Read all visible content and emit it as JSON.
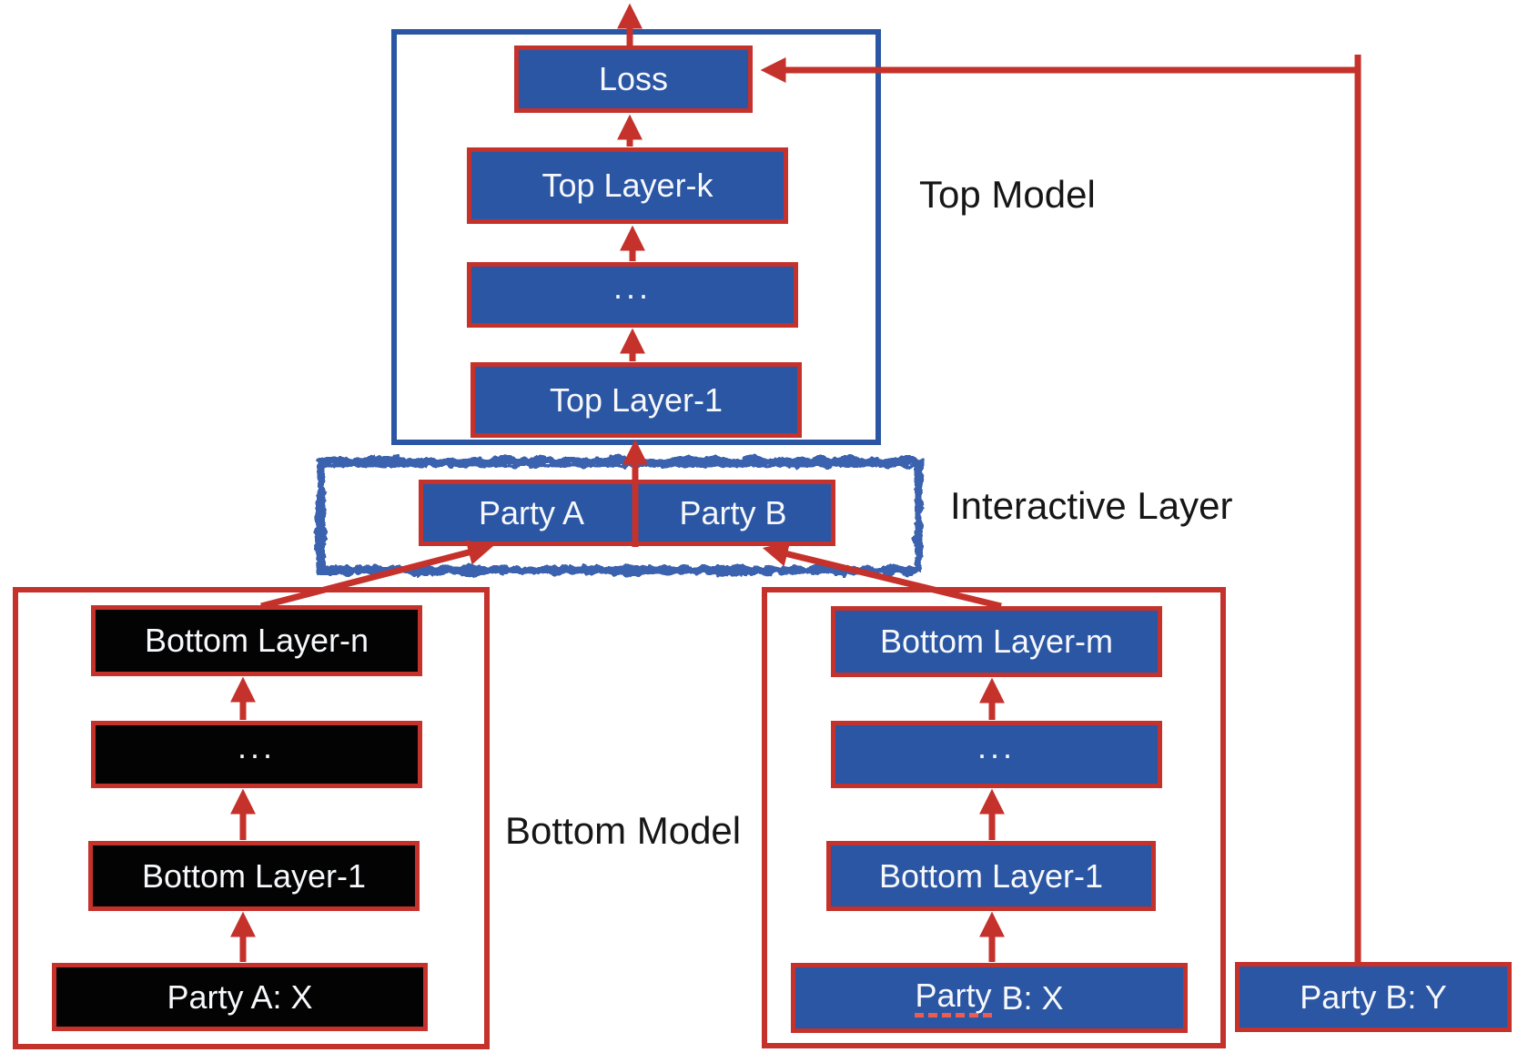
{
  "colors": {
    "blue": "#2B56A4",
    "red": "#C5312B",
    "black": "#030303",
    "sketch_blue": "#3A62AE",
    "label_text": "#161616",
    "underline_red": "#ED5C50"
  },
  "labels": {
    "top_model": "Top Model",
    "interactive_layer": "Interactive Layer",
    "bottom_model": "Bottom Model"
  },
  "top_model": {
    "loss": "Loss",
    "layer_k": "Top Layer-k",
    "ellipsis": "...",
    "layer_1": "Top Layer-1"
  },
  "interactive_layer": {
    "party_a": "Party A",
    "party_b": "Party B"
  },
  "bottom_model_a": {
    "layer_n": "Bottom Layer-n",
    "ellipsis": "...",
    "layer_1": "Bottom Layer-1",
    "input": "Party A: X"
  },
  "bottom_model_b": {
    "layer_m": "Bottom Layer-m",
    "ellipsis": "...",
    "layer_1": "Bottom Layer-1",
    "input_underlined": "Party",
    "input_tail": "B: X"
  },
  "party_b_y": {
    "label": "Party B: Y"
  }
}
